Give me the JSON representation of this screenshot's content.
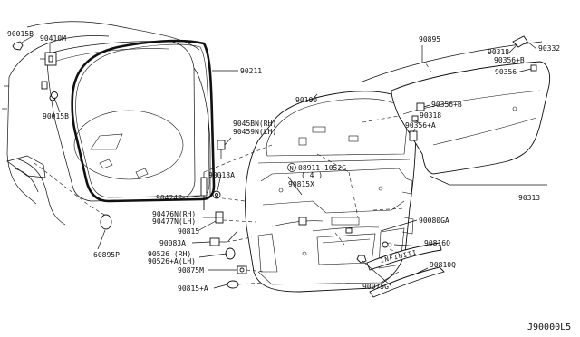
{
  "diagram_code": "J90000L5",
  "callouts": {
    "c90015b_top": "90015B",
    "c90410m": "90410M",
    "c90015b_mid": "90015B",
    "c90211": "90211",
    "c90895": "90895",
    "c90318_a": "90318",
    "c90332": "90332",
    "c90356b_a": "90356+B",
    "c90356": "90356",
    "c90100": "90100",
    "c90356b_b": "90356+B",
    "c90318_b": "90318",
    "c90356a": "90356+A",
    "c9045bn": "9045BN(RH)",
    "c90459n": "90459N(LH)",
    "c08911": "08911-1052G",
    "c08911_qty": "( 4 )",
    "c90018a": "90018A",
    "c90815x": "90815X",
    "c90424p": "90424P",
    "c90476n": "90476N(RH)",
    "c90477n": "90477N(LH)",
    "c90815": "90815",
    "c90080ga": "90080GA",
    "c90313": "90313",
    "c90083a": "90083A",
    "c90816q": "90816Q",
    "c90526": "90526  (RH)",
    "c90526a": "90526+A(LH)",
    "c90810q": "90810Q",
    "c60895p": "60895P",
    "c90875m": "90875M",
    "c90815a": "90815+A",
    "c90075g": "90075G",
    "emblem_text": "INFINITI"
  }
}
